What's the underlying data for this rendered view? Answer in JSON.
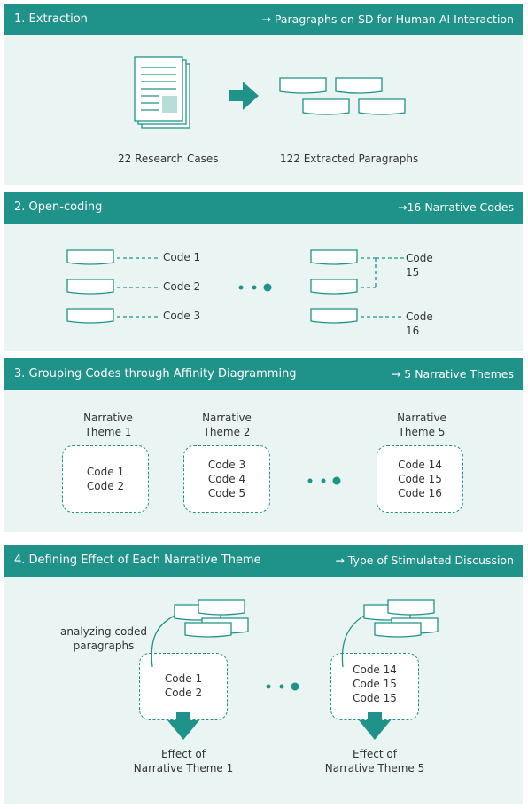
{
  "sections": {
    "s1": {
      "title": "1. Extraction",
      "result": "→ Paragraphs on SD for Human-AI Interaction",
      "left_caption": "22 Research Cases",
      "right_caption": "122 Extracted Paragraphs"
    },
    "s2": {
      "title": "2. Open-coding",
      "result": "→16 Narrative Codes",
      "codes_left": [
        "Code 1",
        "Code 2",
        "Code 3"
      ],
      "code_15": [
        "Code",
        "15"
      ],
      "code_16": [
        "Code",
        "16"
      ]
    },
    "s3": {
      "title": "3. Grouping Codes through Affinity Diagramming",
      "result": "→ 5 Narrative Themes",
      "themes": [
        {
          "label": [
            "Narrative",
            "Theme 1"
          ],
          "codes": [
            "Code 1",
            "Code 2"
          ]
        },
        {
          "label": [
            "Narrative",
            "Theme 2"
          ],
          "codes": [
            "Code 3",
            "Code 4",
            "Code 5"
          ]
        },
        {
          "label": [
            "Narrative",
            "Theme 5"
          ],
          "codes": [
            "Code 14",
            "Code 15",
            "Code 16"
          ]
        }
      ]
    },
    "s4": {
      "title": "4. Defining Effect of Each Narrative Theme",
      "result": "→ Type of Stimulated Discussion",
      "note": [
        "analyzing coded",
        "paragraphs"
      ],
      "left_codes": [
        "Code 1",
        "Code 2"
      ],
      "right_codes": [
        "Code 14",
        "Code 15",
        "Code 15"
      ],
      "left_effect": [
        "Effect of",
        "Narrative Theme 1"
      ],
      "right_effect": [
        "Effect of",
        "Narrative Theme 5"
      ]
    }
  },
  "colors": {
    "teal": "#1f9389",
    "panel": "#e9f4f3"
  }
}
